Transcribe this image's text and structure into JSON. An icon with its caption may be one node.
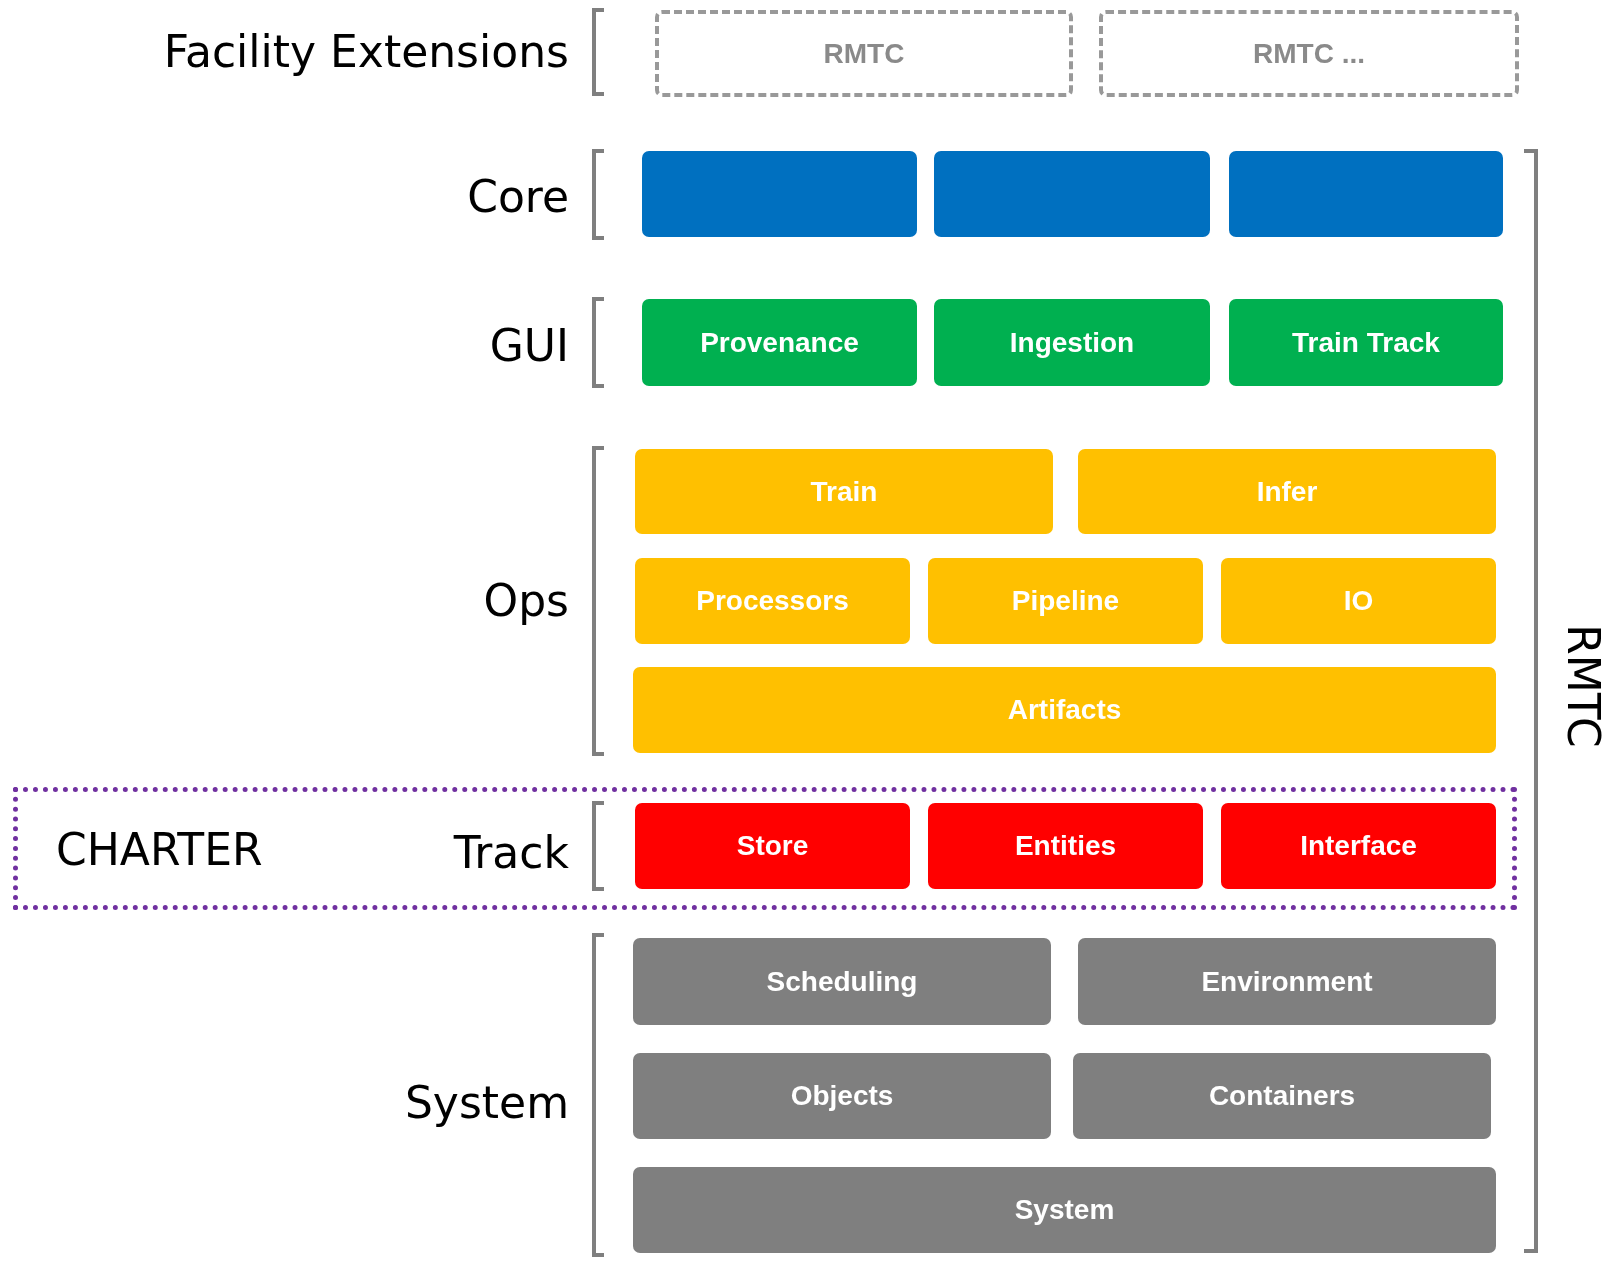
{
  "diagram": {
    "nodes": [
      {
        "text": [
          "RMTC"
        ]
      },
      {
        "text": [
          "RMTC ..."
        ]
      },
      {
        "text": [],
        "shape": "box"
      },
      {
        "text": [],
        "shape": "box"
      },
      {
        "text": [],
        "shape": "box"
      },
      {
        "text": [
          "Provenance"
        ]
      },
      {
        "text": [
          "Ingestion"
        ]
      },
      {
        "text": [
          "Train Track"
        ]
      },
      {
        "text": [
          "Train"
        ]
      },
      {
        "text": [
          "Infer"
        ]
      },
      {
        "text": [
          "Processors"
        ]
      },
      {
        "text": [
          "Pipeline"
        ]
      },
      {
        "text": [
          "IO"
        ]
      },
      {
        "text": [
          "Artifacts"
        ]
      },
      {
        "text": [
          "CHARTER"
        ]
      },
      {
        "text": [
          "Store"
        ],
        "in": 14
      },
      {
        "text": [
          "Entities"
        ],
        "in": 14
      },
      {
        "text": [
          "Interface"
        ],
        "in": 14
      },
      {
        "text": [
          "Scheduling"
        ]
      },
      {
        "text": [
          "Environment"
        ]
      },
      {
        "text": [
          "Objects"
        ]
      },
      {
        "text": [
          "Containers"
        ]
      },
      {
        "text": [
          "System"
        ]
      }
    ],
    "labels": [
      "Facility Extensions",
      "Core",
      "GUI",
      "Ops",
      "Track",
      "System",
      "RMTC"
    ]
  }
}
